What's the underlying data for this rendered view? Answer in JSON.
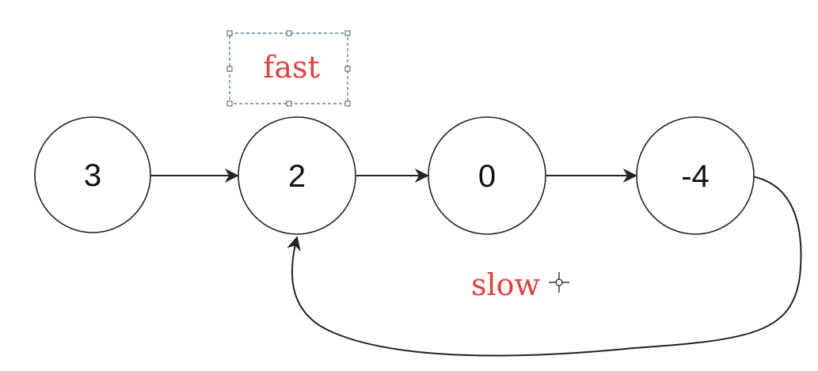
{
  "diagram": {
    "nodes": [
      {
        "id": "n0",
        "label": "3"
      },
      {
        "id": "n1",
        "label": "2"
      },
      {
        "id": "n2",
        "label": "0"
      },
      {
        "id": "n3",
        "label": "-4"
      }
    ],
    "edges": [
      {
        "from": "n0",
        "to": "n1"
      },
      {
        "from": "n1",
        "to": "n2"
      },
      {
        "from": "n2",
        "to": "n3"
      },
      {
        "from": "n3",
        "to": "n1"
      }
    ],
    "pointers": {
      "fast": {
        "label": "fast",
        "target": "n1"
      },
      "slow": {
        "label": "slow"
      }
    },
    "colors": {
      "node_stroke": "#222222",
      "edge": "#222222",
      "pointer_text": "#e0413a",
      "selection": "#2f6fa8"
    },
    "icons": {
      "cursor": "crosshair-cursor-icon"
    }
  }
}
